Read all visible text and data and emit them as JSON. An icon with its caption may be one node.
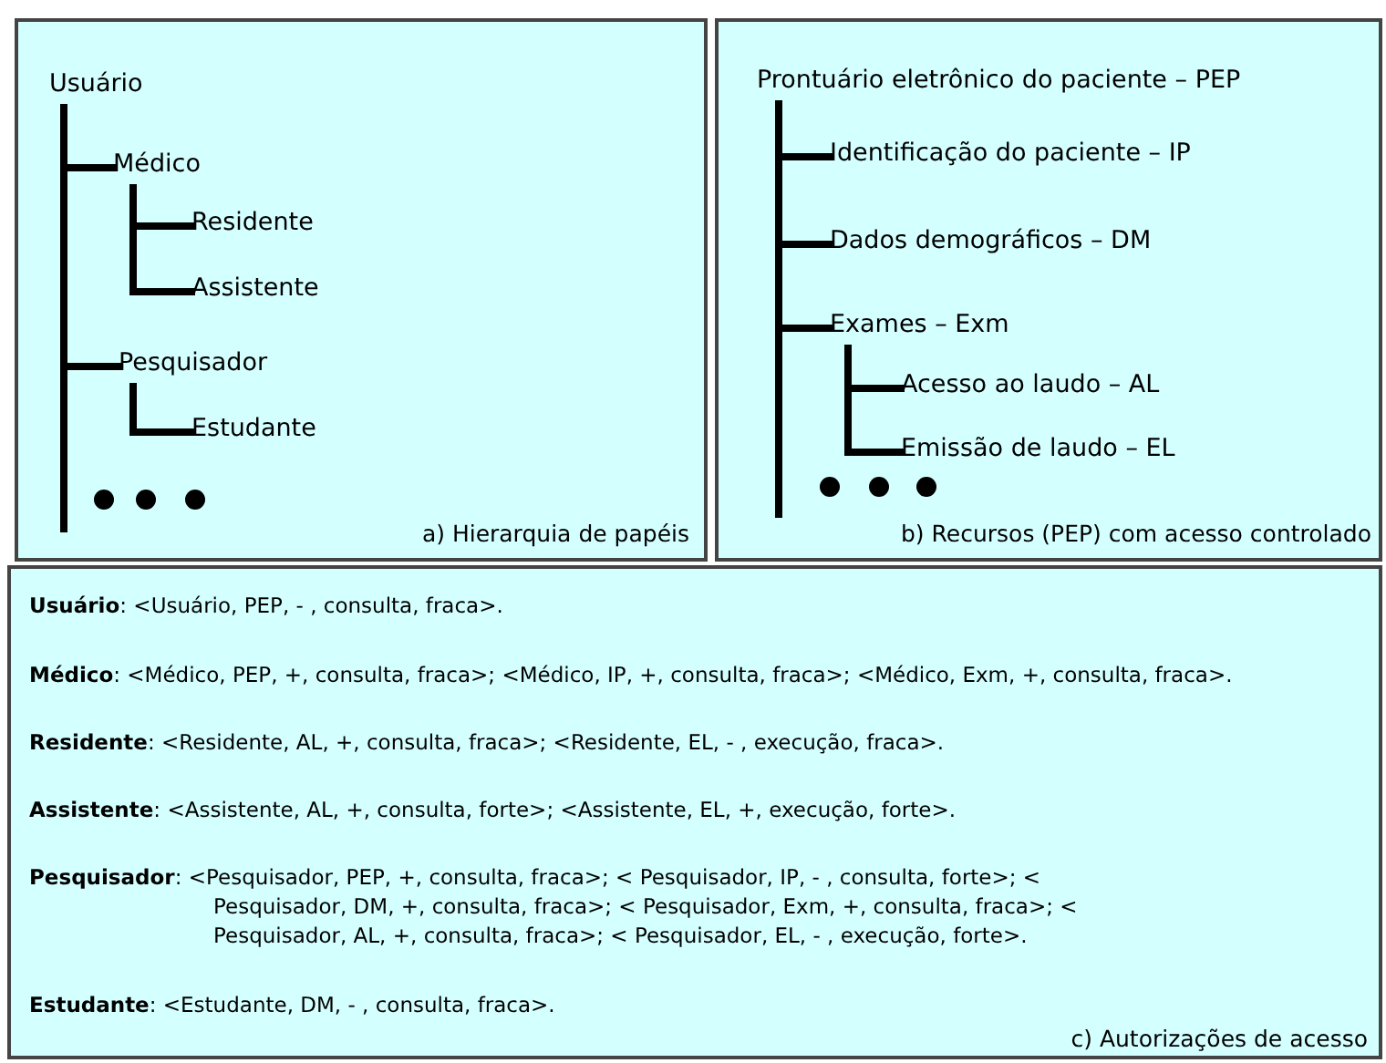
{
  "diagram": {
    "nodes": [
      {
        "text": [
          "a) Hierarquia de papéis"
        ]
      },
      {
        "text": [
          "Usuário"
        ],
        "in": 0
      },
      {
        "text": [
          "Médico"
        ],
        "in": 0
      },
      {
        "text": [
          "Residente"
        ],
        "in": 0
      },
      {
        "text": [
          "Assistente"
        ],
        "in": 0
      },
      {
        "text": [
          "Pesquisador"
        ],
        "in": 0
      },
      {
        "text": [
          "Estudante"
        ],
        "in": 0
      },
      {
        "text": [
          "b) Recursos (PEP) com acesso controlado"
        ]
      },
      {
        "text": [
          "Prontuário eletrônico do paciente – PEP"
        ],
        "in": 7
      },
      {
        "text": [
          "Identificação do paciente – IP"
        ],
        "in": 7
      },
      {
        "text": [
          "Dados demográficos – DM"
        ],
        "in": 7
      },
      {
        "text": [
          "Exames – Exm"
        ],
        "in": 7
      },
      {
        "text": [
          "Acesso ao laudo – AL"
        ],
        "in": 7
      },
      {
        "text": [
          "Emissão de laudo – EL"
        ],
        "in": 7
      },
      {
        "text": [
          "**Usuário**: <Usuário, PEP, - , consulta, fraca>.",
          "**Médico**: <Médico, PEP, +, consulta, fraca>; <Médico, IP, +, consulta, fraca>; <Médico, Exm, +, consulta, fraca>.",
          "**Residente**: <Residente, AL, +, consulta, fraca>; <Residente, EL, - , execução, fraca>.",
          "**Assistente**: <Assistente, AL, +, consulta, forte>; <Assistente, EL, +, execução, forte>.",
          "**Pesquisador**: <Pesquisador, PEP, +, consulta, fraca>; < Pesquisador, IP, - , consulta, forte>; < Pesquisador, DM, +, consulta, fraca>; < Pesquisador, Exm, +, consulta, fraca>; < Pesquisador, AL, +, consulta, fraca>; < Pesquisador, EL, - , execução, forte>.",
          "**Estudante**: <Estudante, DM, - , consulta, fraca>.",
          "c) Autorizações de acesso"
        ]
      }
    ],
    "edges": [
      {
        "from": 1,
        "to": 2,
        "arrow": "none"
      },
      {
        "from": 1,
        "to": 5,
        "arrow": "none"
      },
      {
        "from": 2,
        "to": 3,
        "arrow": "none"
      },
      {
        "from": 2,
        "to": 4,
        "arrow": "none"
      },
      {
        "from": 5,
        "to": 6,
        "arrow": "none"
      },
      {
        "from": 8,
        "to": 9,
        "arrow": "none"
      },
      {
        "from": 8,
        "to": 10,
        "arrow": "none"
      },
      {
        "from": 8,
        "to": 11,
        "arrow": "none"
      },
      {
        "from": 11,
        "to": 12,
        "arrow": "none"
      },
      {
        "from": 11,
        "to": 13,
        "arrow": "none"
      }
    ]
  }
}
